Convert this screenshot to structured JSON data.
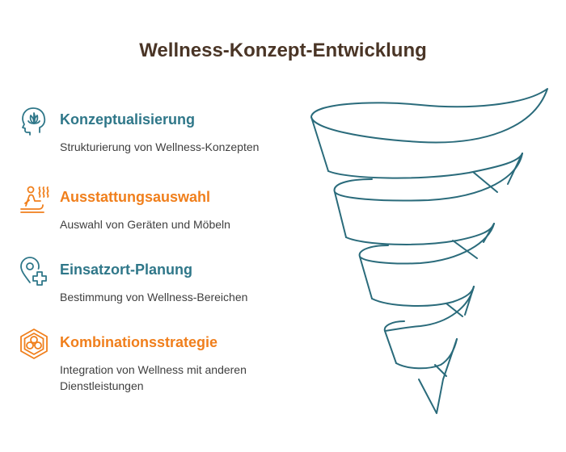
{
  "page": {
    "title": "Wellness-Konzept-Entwicklung"
  },
  "colors": {
    "teal": "#2f7789",
    "orange": "#f07f1c",
    "title": "#4a3526",
    "text": "#3f3f3f",
    "funnel_stroke": "#2a6b7b"
  },
  "steps": [
    {
      "heading": "Konzeptualisierung",
      "description": "Strukturierung von Wellness-Konzepten",
      "icon": "head-lotus-icon",
      "color": "teal"
    },
    {
      "heading": "Ausstattungsauswahl",
      "description": "Auswahl von Geräten und Möbeln",
      "icon": "sauna-icon",
      "color": "orange"
    },
    {
      "heading": "Einsatzort-Planung",
      "description": "Bestimmung von Wellness-Bereichen",
      "icon": "location-plus-icon",
      "color": "teal"
    },
    {
      "heading": "Kombinationsstrategie",
      "description": "Integration von Wellness mit anderen Dienstleistungen",
      "icon": "hexagon-flower-icon",
      "color": "orange"
    }
  ]
}
